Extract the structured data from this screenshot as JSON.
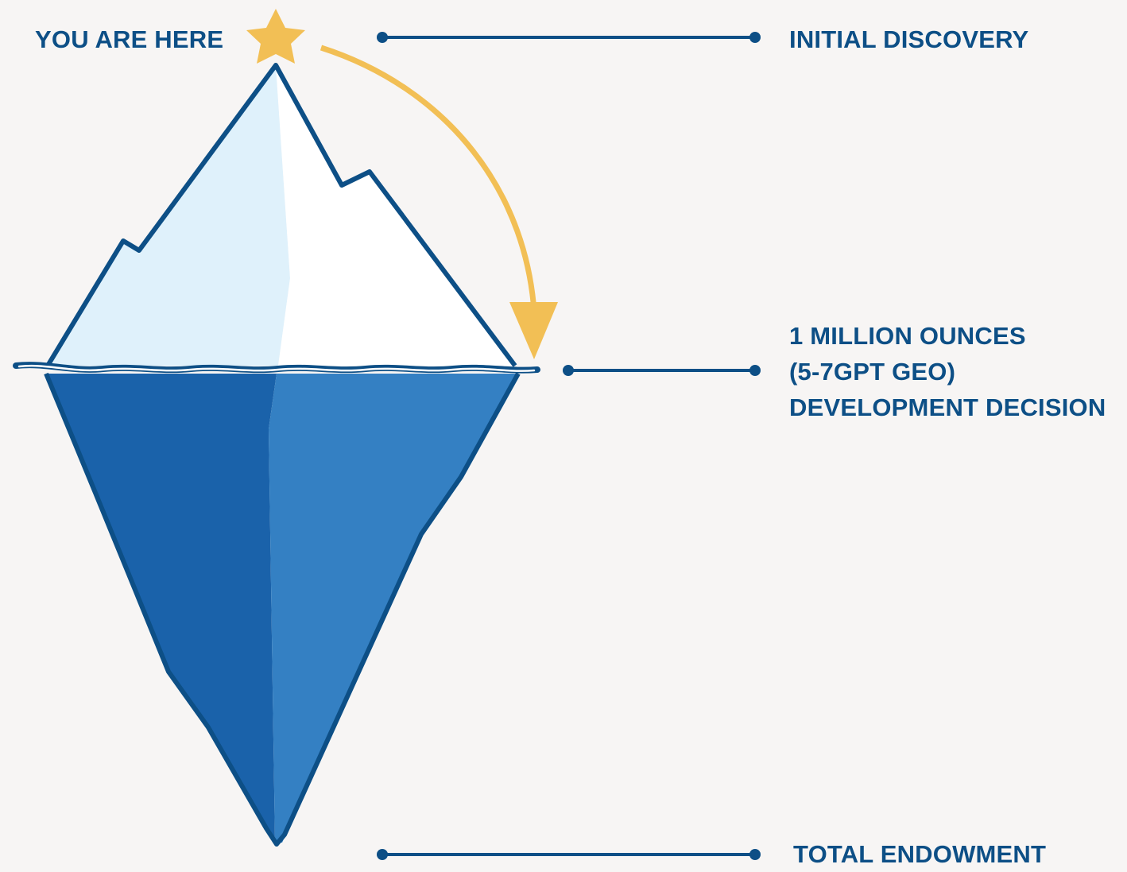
{
  "labels": {
    "you_are_here": "YOU ARE HERE",
    "initial_discovery": "INITIAL DISCOVERY",
    "million_line1": "1 MILLION OUNCES",
    "million_line2": "(5-7GPT GEO)",
    "million_line3": "DEVELOPMENT DECISION",
    "total_endowment": "TOTAL ENDOWMENT"
  },
  "colors": {
    "background": "#f7f5f4",
    "navy": "#0d4f86",
    "ice_light": "#dff1fb",
    "ice_white": "#ffffff",
    "underwater_dark": "#1a62aa",
    "underwater_light": "#3480c3",
    "gold": "#f2bf55"
  },
  "icons": {
    "marker": "star-icon",
    "arrow": "curved-arrow-icon"
  }
}
